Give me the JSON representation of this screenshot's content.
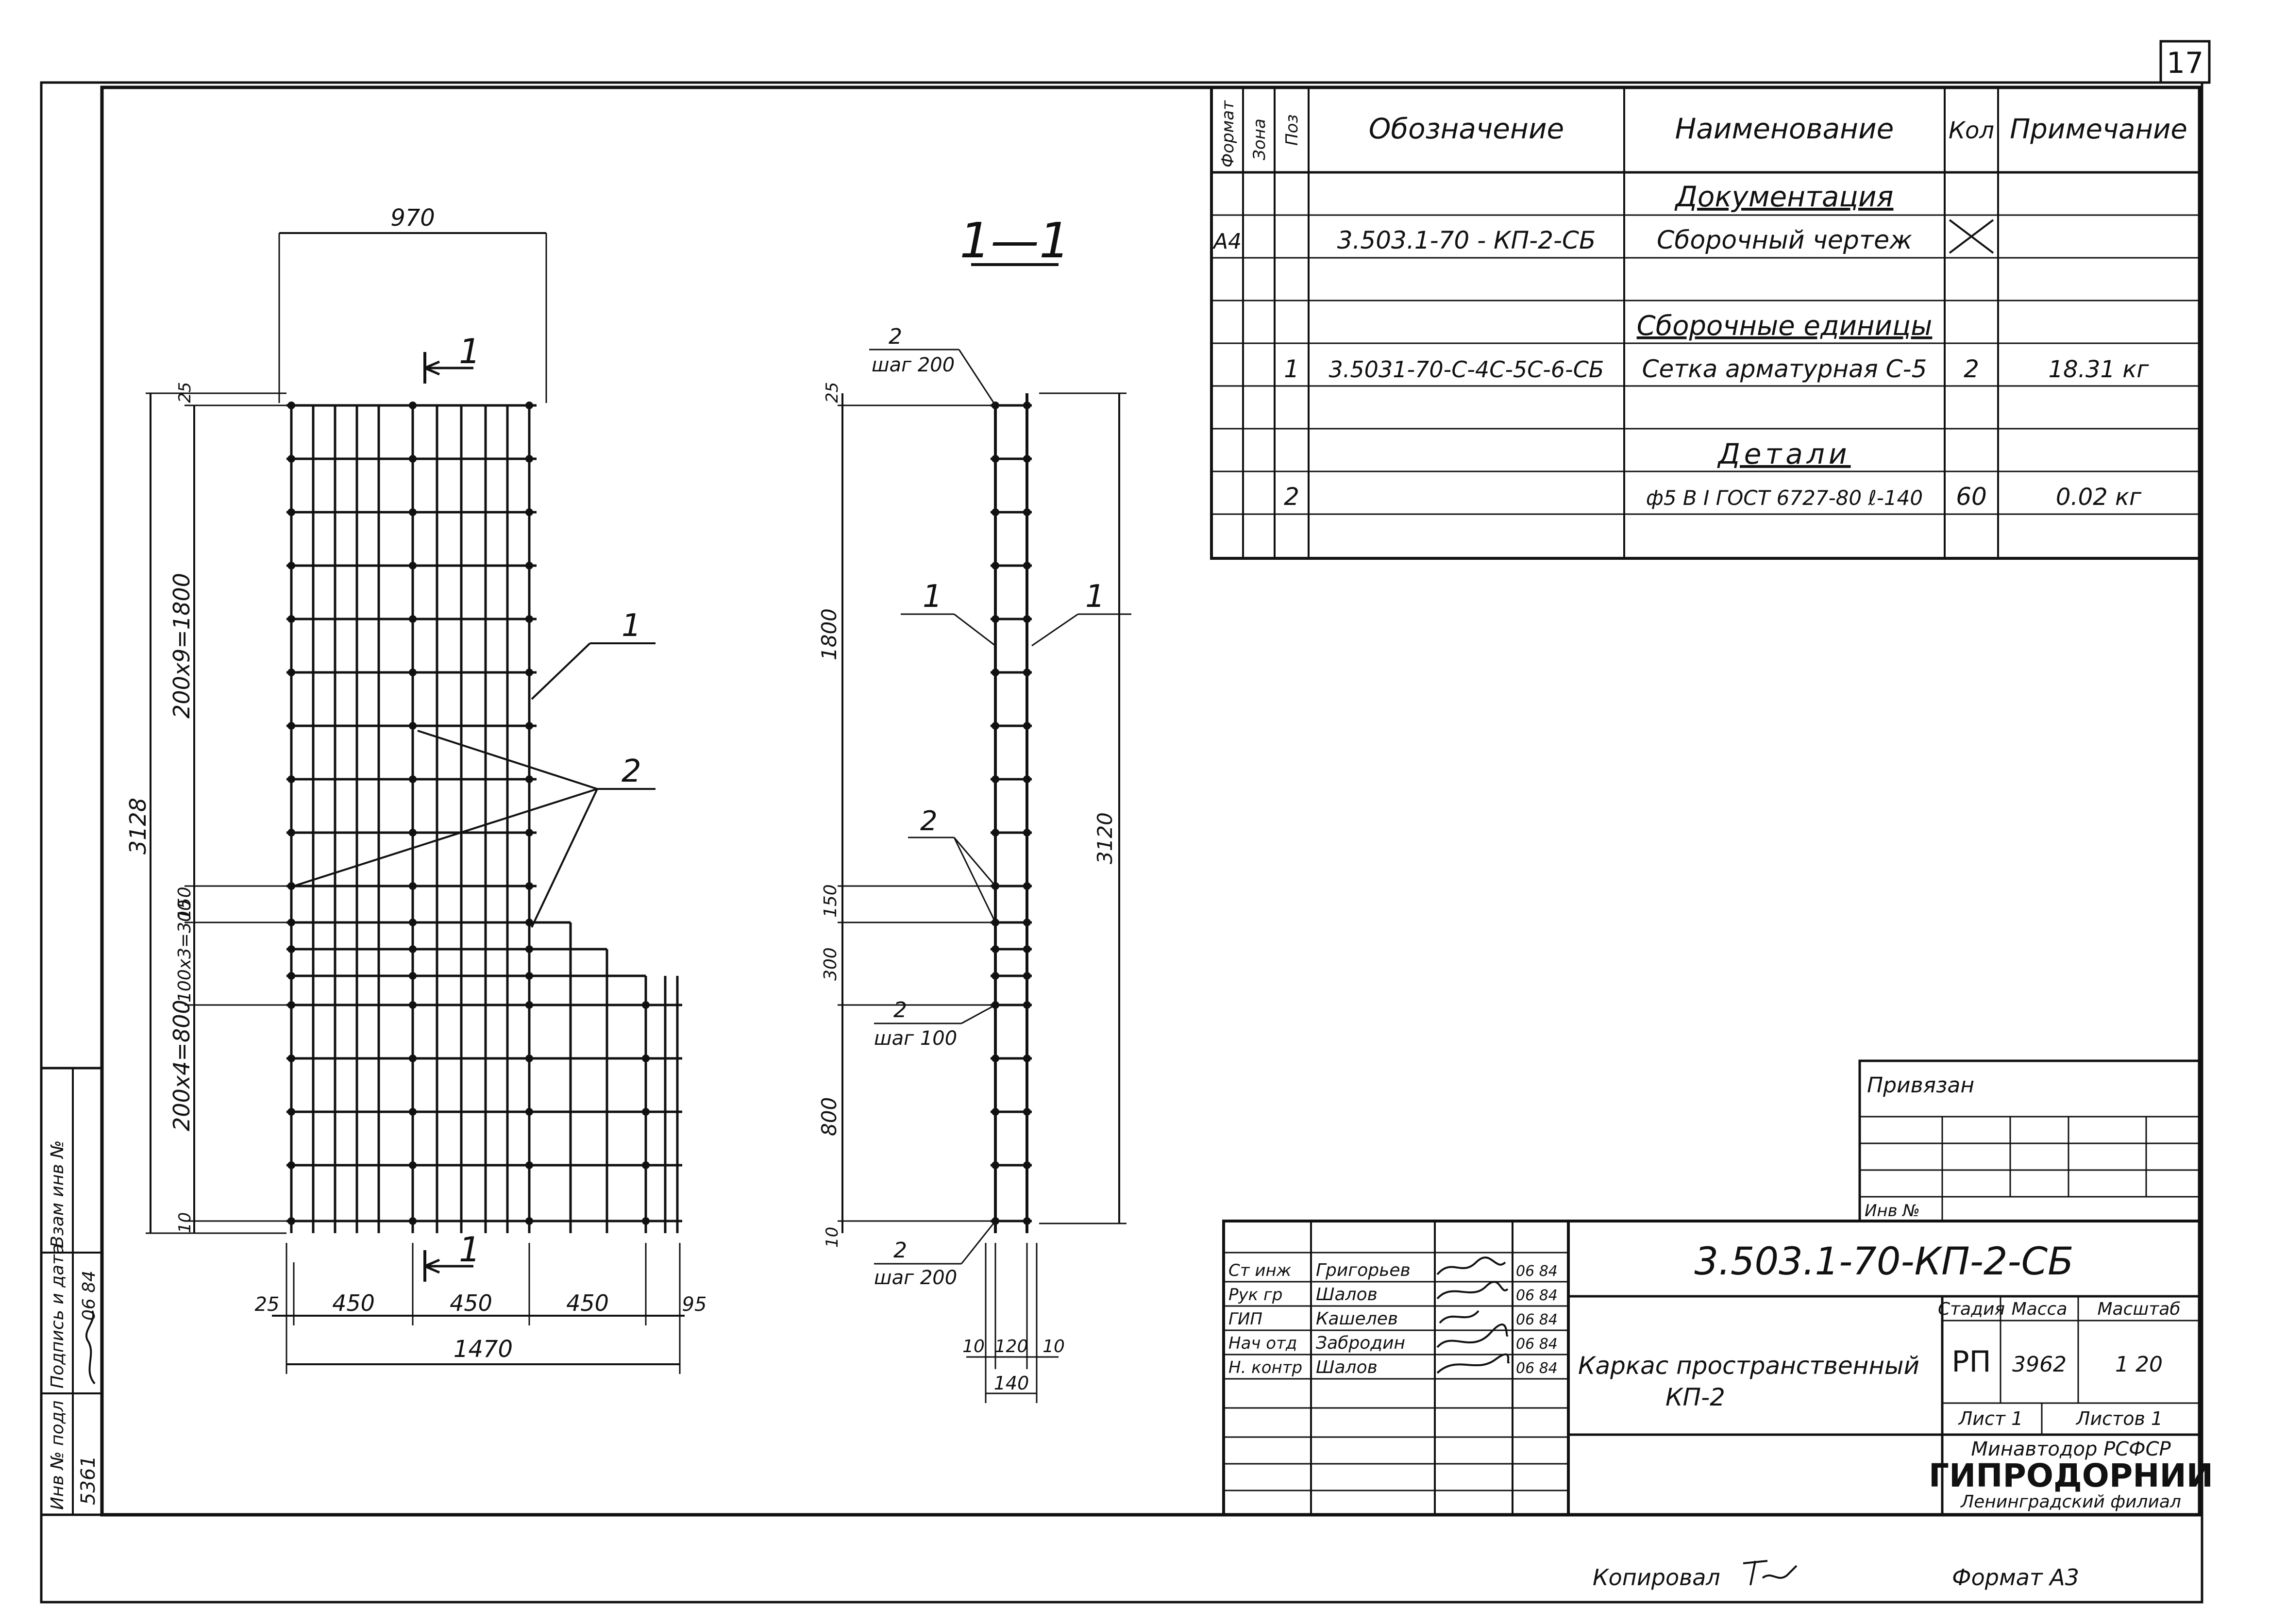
{
  "sheet": {
    "page_number": "17",
    "format": "Формат А3",
    "copied_by": "Копировал"
  },
  "side_stamp": {
    "inv_podl": "Инв № подл",
    "podpis_data": "Подпись и дата",
    "vzam_inv": "Взам инв №",
    "inv_number": "5361",
    "date": "06 84"
  },
  "spec_table": {
    "headers": {
      "format": "Формат",
      "zone": "Зона",
      "pos": "Поз",
      "designation": "Обозначение",
      "name": "Наименование",
      "qty": "Кол",
      "note": "Примечание"
    },
    "rows": [
      {
        "format": "",
        "zone": "",
        "pos": "",
        "designation": "",
        "name": "Документация",
        "qty": "",
        "note": "",
        "heading": true
      },
      {
        "format": "А4",
        "zone": "",
        "pos": "",
        "designation": "3.503.1-70 - КП-2-СБ",
        "name": "Сборочный чертеж",
        "qty": "",
        "note": "",
        "crossed": true
      },
      {
        "format": "",
        "zone": "",
        "pos": "",
        "designation": "",
        "name": "",
        "qty": "",
        "note": ""
      },
      {
        "format": "",
        "zone": "",
        "pos": "",
        "designation": "",
        "name": "Сборочные единицы",
        "qty": "",
        "note": "",
        "heading": true
      },
      {
        "format": "",
        "zone": "",
        "pos": "1",
        "designation": "3.5031-70-С-4С-5С-6-СБ",
        "name": "Сетка арматурная С-5",
        "qty": "2",
        "note": "18.31 кг"
      },
      {
        "format": "",
        "zone": "",
        "pos": "",
        "designation": "",
        "name": "",
        "qty": "",
        "note": ""
      },
      {
        "format": "",
        "zone": "",
        "pos": "",
        "designation": "",
        "name": "Детали",
        "qty": "",
        "note": "",
        "heading": true
      },
      {
        "format": "",
        "zone": "",
        "pos": "2",
        "designation": "",
        "name": "ф5 В I ГОСТ 6727-80 ℓ-140",
        "qty": "60",
        "note": "0.02 кг"
      },
      {
        "format": "",
        "zone": "",
        "pos": "",
        "designation": "",
        "name": "",
        "qty": "",
        "note": ""
      }
    ]
  },
  "front_view": {
    "dim_top": "970",
    "dim_25_top": "25",
    "dim_200x9": "200х9=1800",
    "dim_150": "150",
    "dim_100x3": "100х3=300",
    "dim_200x4": "200х4=800",
    "dim_10": "10",
    "dim_total_height": "3128",
    "section_mark": "1",
    "bottom_dims": [
      "25",
      "450",
      "450",
      "450",
      "95"
    ],
    "dim_total_width": "1470",
    "leader_1": "1",
    "leader_2": "2"
  },
  "section_view": {
    "title": "1—1",
    "pos_label": "2",
    "step_200": "шаг 200",
    "step_100": "шаг 100",
    "dim_25": "25",
    "dim_1800": "1800",
    "dim_150": "150",
    "dim_300": "300",
    "dim_800": "800",
    "dim_10": "10",
    "dim_3120": "3120",
    "dim_bottom": [
      "10",
      "120",
      "10"
    ],
    "dim_140": "140",
    "leader_1": "1"
  },
  "binding": {
    "title": "Привязан",
    "inv_label": "Инв №"
  },
  "title_block": {
    "code": "3.503.1-70-КП-2-СБ",
    "roles": [
      {
        "role": "Ст инж",
        "name": "Григорьев",
        "date": "06 84"
      },
      {
        "role": "Рук гр",
        "name": "Шалов",
        "date": "06 84"
      },
      {
        "role": "ГИП",
        "name": "Кашелев",
        "date": "06 84"
      },
      {
        "role": "Нач отд",
        "name": "Забродин",
        "date": "06 84"
      },
      {
        "role": "Н. контр",
        "name": "Шалов",
        "date": "06 84"
      }
    ],
    "object_name_1": "Каркас пространственный",
    "object_name_2": "КП-2",
    "stage_label": "Стадия",
    "mass_label": "Масса",
    "scale_label": "Масштаб",
    "stage": "РП",
    "mass": "3962",
    "scale": "1 20",
    "sheet_label": "Лист 1",
    "sheets_label": "Листов 1",
    "org_1": "Минавтодор РСФСР",
    "org_2": "ГИПРОДОРНИИ",
    "org_3": "Ленинградский филиал"
  }
}
